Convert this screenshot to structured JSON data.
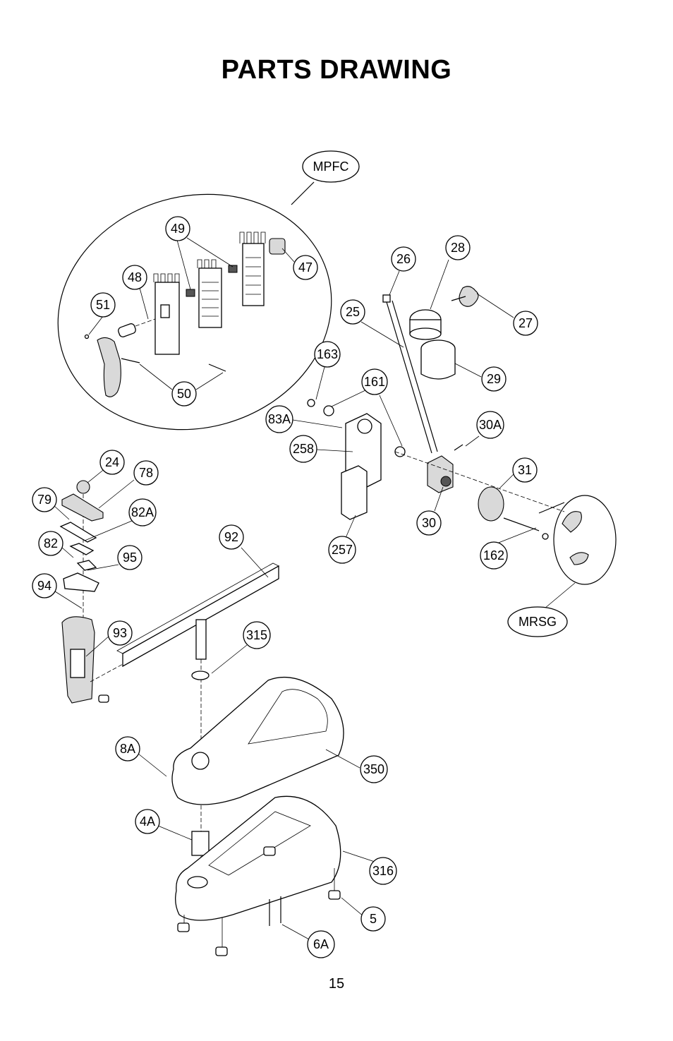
{
  "page": {
    "title": "PARTS DRAWING",
    "page_number": "15"
  },
  "callouts": {
    "mpfc": "MPFC",
    "c49": "49",
    "c47": "47",
    "c48": "48",
    "c51": "51",
    "c50": "50",
    "c26": "26",
    "c28": "28",
    "c25": "25",
    "c27": "27",
    "c163": "163",
    "c29": "29",
    "c161": "161",
    "c83a": "83A",
    "c30a": "30A",
    "c258": "258",
    "c31": "31",
    "c30": "30",
    "c162": "162",
    "c257": "257",
    "mrsg": "MRSG",
    "c24": "24",
    "c78": "78",
    "c79": "79",
    "c82a": "82A",
    "c82": "82",
    "c95": "95",
    "c94": "94",
    "c92": "92",
    "c93": "93",
    "c315": "315",
    "c8a": "8A",
    "c350": "350",
    "c4a": "4A",
    "c316": "316",
    "c5": "5",
    "c6a": "6A"
  }
}
